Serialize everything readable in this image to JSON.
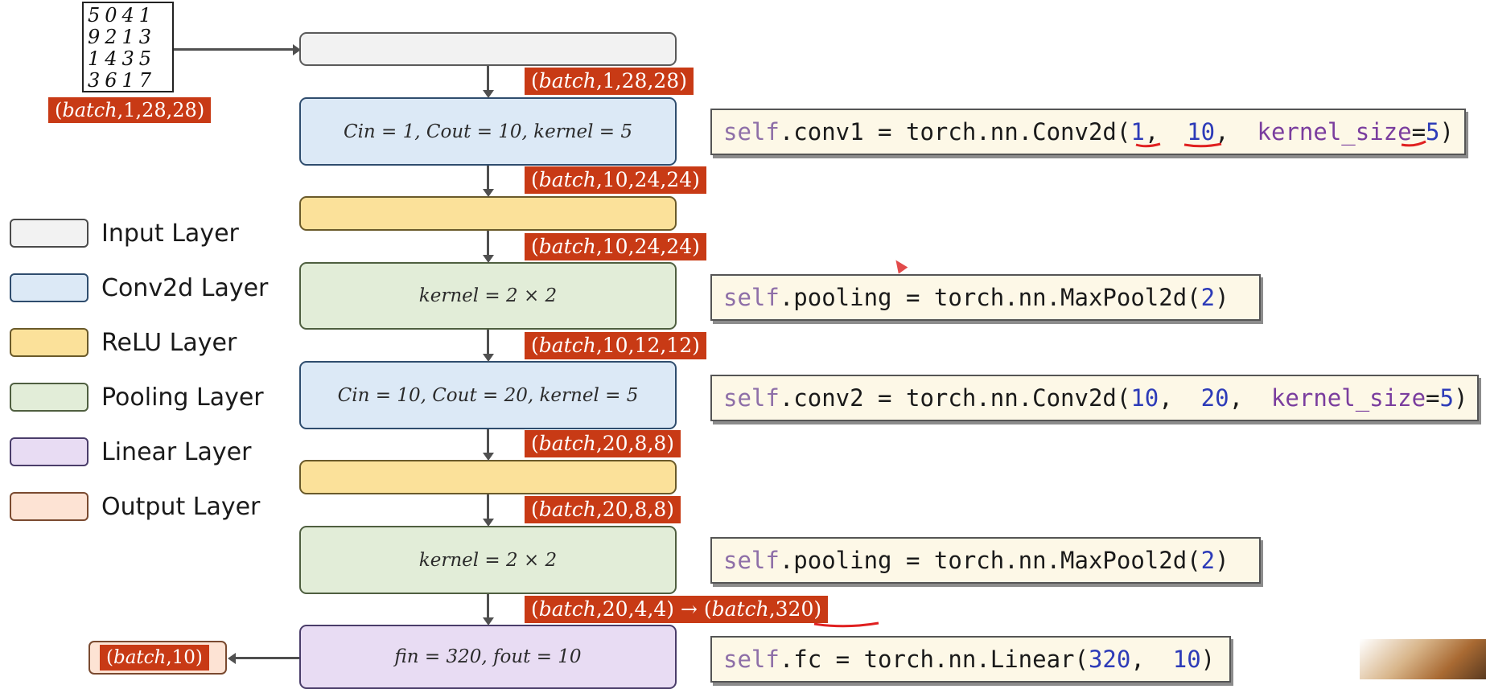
{
  "digits": {
    "rows": [
      "5041",
      "9213",
      "1435",
      "3617"
    ]
  },
  "badges": {
    "input": {
      "name": "batch",
      "dims": ",1,28,28)"
    },
    "after_input": {
      "name": "batch",
      "dims": ",1,28,28)"
    },
    "after_conv1": {
      "name": "batch",
      "dims": ",10,24,24)"
    },
    "after_relu1": {
      "name": "batch",
      "dims": ",10,24,24)"
    },
    "after_pool1": {
      "name": "batch",
      "dims": ",10,12,12)"
    },
    "after_conv2": {
      "name": "batch",
      "dims": ",20,8,8)"
    },
    "after_relu2": {
      "name": "batch",
      "dims": ",20,8,8)"
    },
    "after_pool2": {
      "name": "batch",
      "dims": ",20,4,4) → (",
      "name2": "batch",
      "dims2": ",320)"
    },
    "output": {
      "name": "batch",
      "dims": ",10)"
    }
  },
  "layers": {
    "input": "",
    "conv1": "Cin = 1, Cout = 10, kernel = 5",
    "relu1": "",
    "pool1": "kernel = 2 × 2",
    "conv2": "Cin = 10, Cout = 20, kernel = 5",
    "relu2": "",
    "pool2": "kernel = 2 × 2",
    "linear": "fin = 320, fout = 10"
  },
  "legend": [
    {
      "label": "Input Layer",
      "color": "#f2f2f2"
    },
    {
      "label": "Conv2d Layer",
      "color": "#dce9f6"
    },
    {
      "label": "ReLU Layer",
      "color": "#fbe19a"
    },
    {
      "label": "Pooling Layer",
      "color": "#e2edd8"
    },
    {
      "label": "Linear Layer",
      "color": "#e8dcf3"
    },
    {
      "label": "Output Layer",
      "color": "#fde3d4"
    }
  ],
  "code": {
    "conv1": {
      "self": "self",
      "body": ".conv1 = torch.nn.Conv2d(",
      "a": "1",
      "sep1": ",  ",
      "b": "10",
      "sep2": ",  ",
      "kw": "kernel_size",
      "eq": "=",
      "c": "5",
      "end": ")"
    },
    "pool1": {
      "self": "self",
      "body": ".pooling = torch.nn.MaxPool2d(",
      "a": "2",
      "end": ")"
    },
    "conv2": {
      "self": "self",
      "body": ".conv2 = torch.nn.Conv2d(",
      "a": "10",
      "sep1": ",  ",
      "b": "20",
      "sep2": ",  ",
      "kw": "kernel_size",
      "eq": "=",
      "c": "5",
      "end": ")"
    },
    "pool2": {
      "self": "self",
      "body": ".pooling = torch.nn.MaxPool2d(",
      "a": "2",
      "end": ")"
    },
    "fc": {
      "self": "self",
      "body": ".fc = torch.nn.Linear(",
      "a": "320",
      "sep1": ",  ",
      "b": "10",
      "end": ")"
    }
  },
  "colors": {
    "badge": "#c83a15",
    "annotation_red": "#e02020"
  }
}
